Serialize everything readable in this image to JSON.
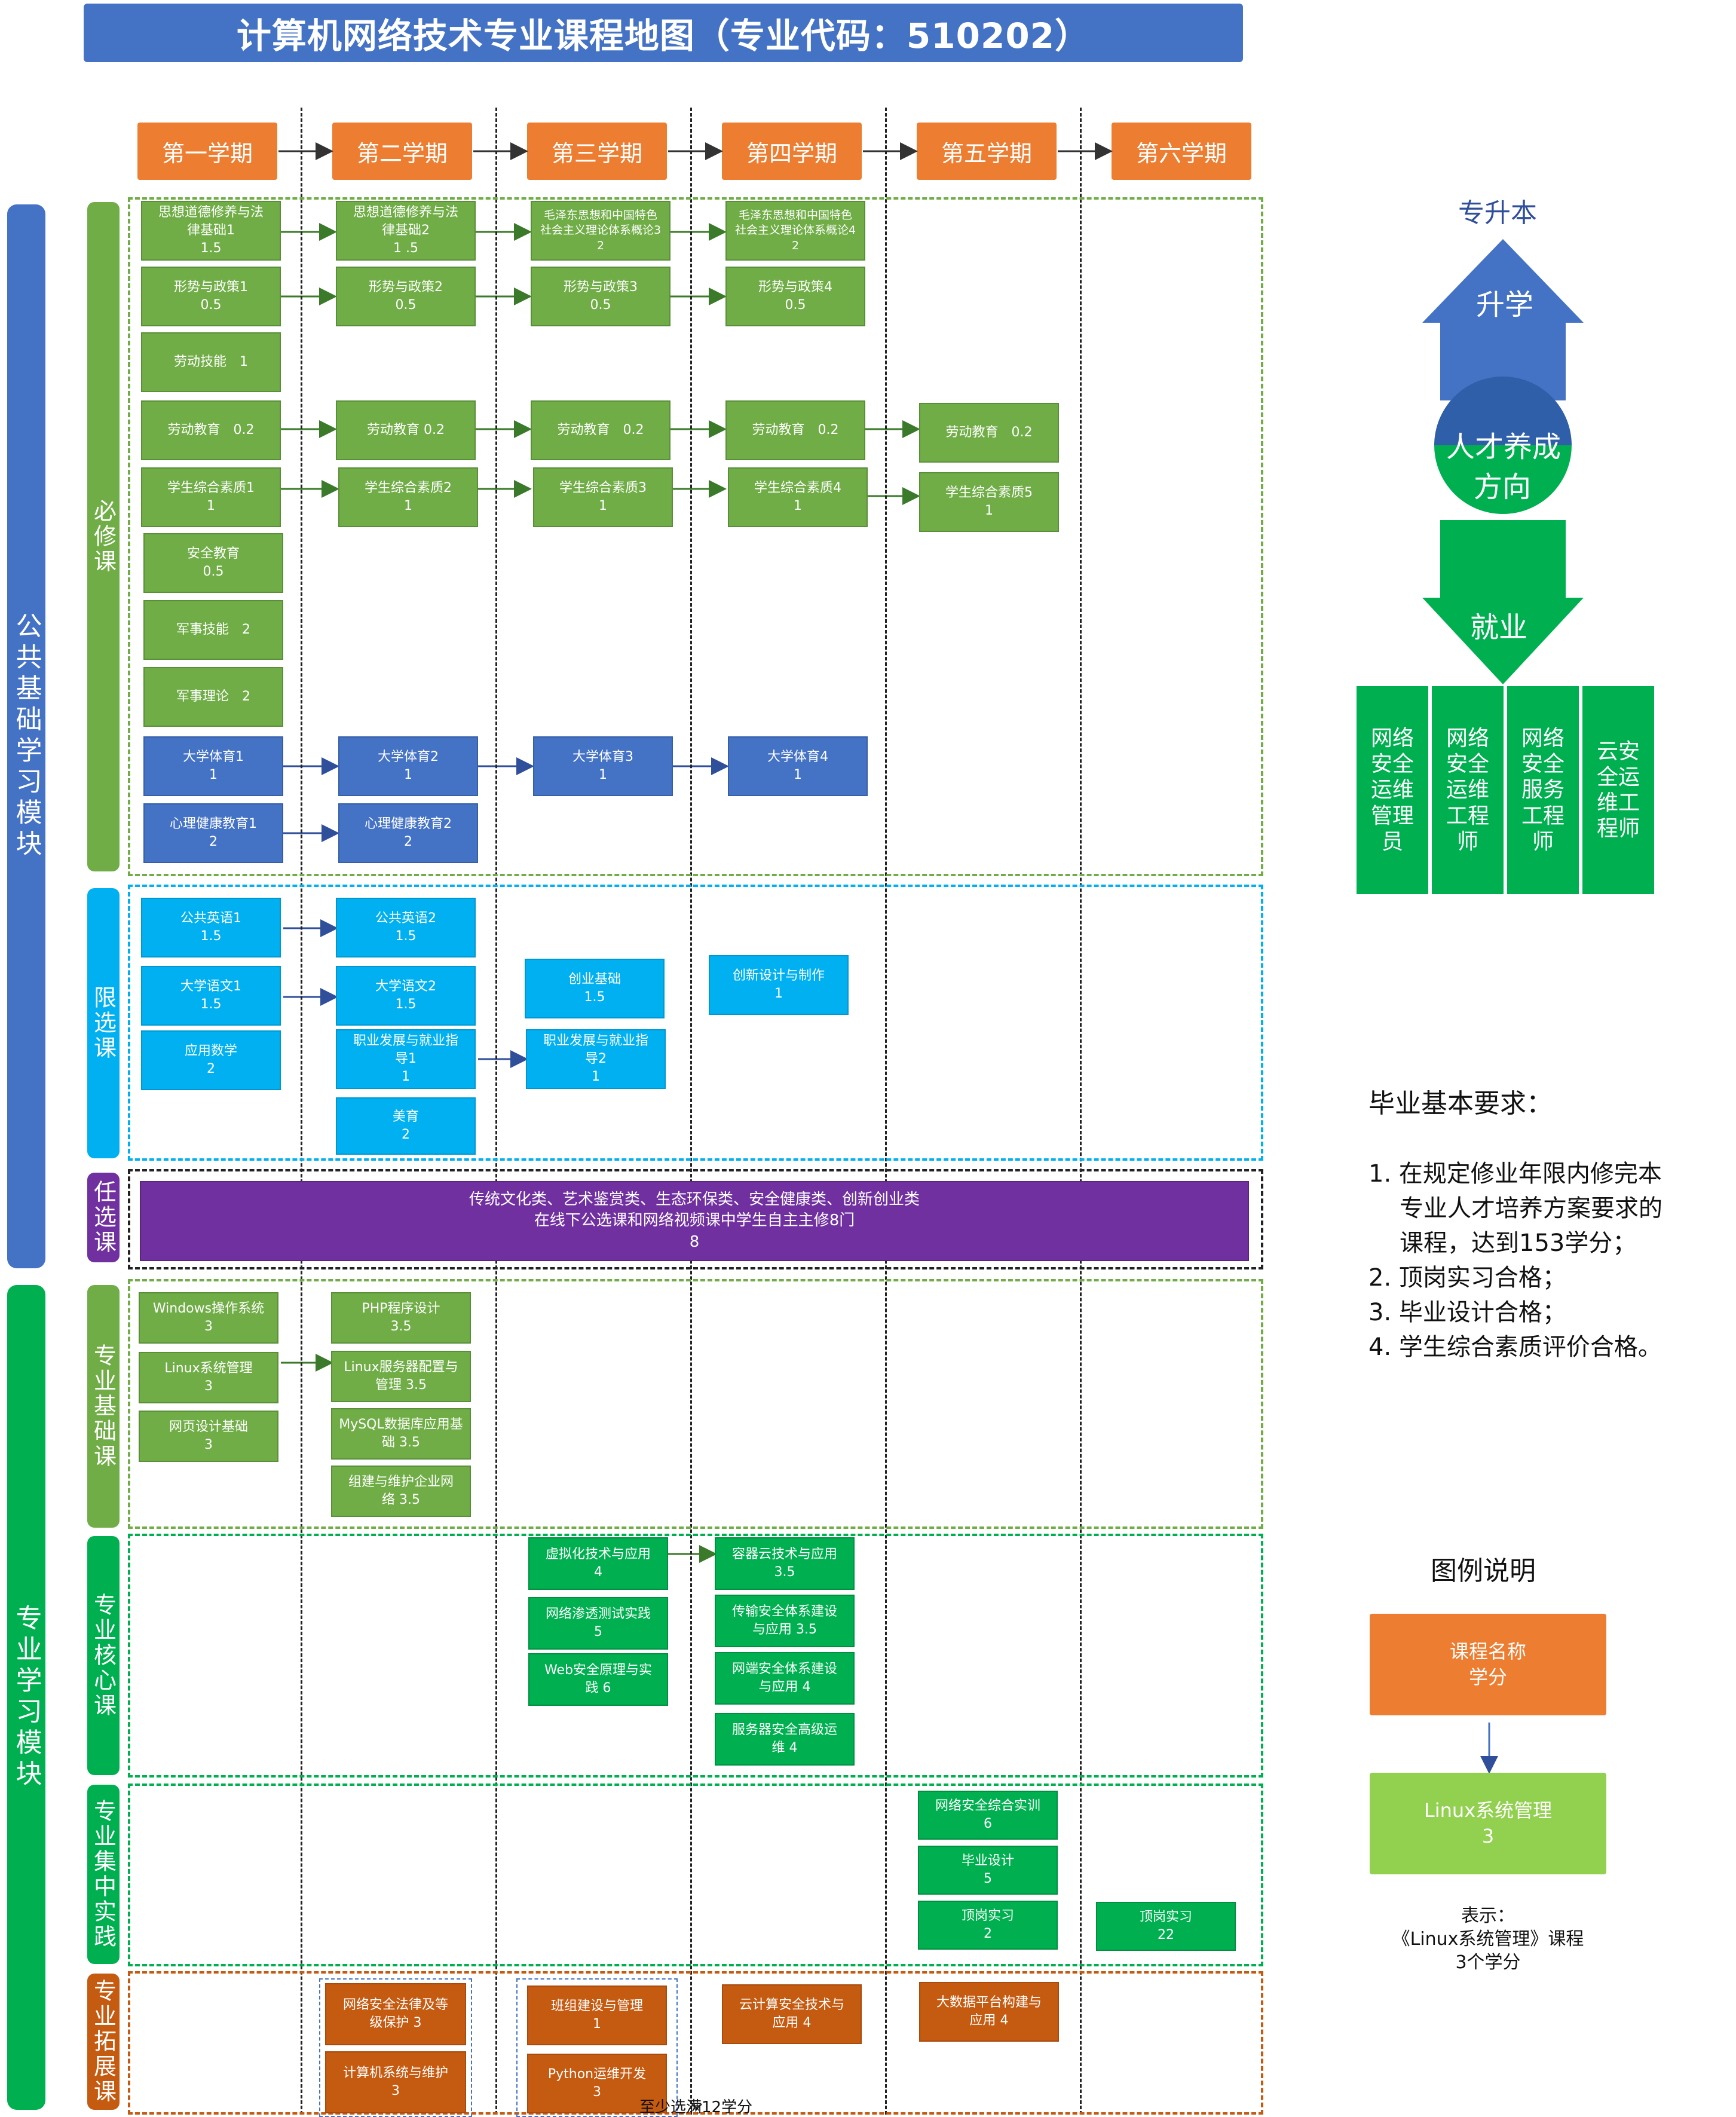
{
  "title": "计算机网络技术专业课程地图（专业代码：510202）",
  "semesters": [
    "第一学期",
    "第二学期",
    "第三学期",
    "第四学期",
    "第五学期",
    "第六学期"
  ],
  "modules": {
    "public": "公共基础学习模块",
    "major": "专业学习模块"
  },
  "categories": {
    "required": "必修课",
    "limited": "限选课",
    "optional": "任选课",
    "major_basic": "专业基础课",
    "major_core": "专业核心课",
    "major_practice": "专业集中实践",
    "major_extend": "专业拓展课"
  },
  "courses": {
    "sx1": [
      "思想道德修养与法",
      "律基础1",
      "1.5"
    ],
    "sx2": [
      "思想道德修养与法",
      "律基础2",
      "1 .5"
    ],
    "mz3": [
      "毛泽东思想和中国特色",
      "社会主义理论体系概论3",
      "2"
    ],
    "mz4": [
      "毛泽东思想和中国特色",
      "社会主义理论体系概论4",
      "2"
    ],
    "xs1": [
      "形势与政策1",
      "0.5"
    ],
    "xs2": [
      "形势与政策2",
      "0.5"
    ],
    "xs3": [
      "形势与政策3",
      "0.5"
    ],
    "xs4": [
      "形势与政策4",
      "0.5"
    ],
    "ldjn": [
      "劳动技能　1"
    ],
    "ldjy1": [
      "劳动教育　0.2"
    ],
    "ldjy2": [
      "劳动教育 0.2"
    ],
    "ldjy3": [
      "劳动教育　0.2"
    ],
    "ldjy4": [
      "劳动教育　0.2"
    ],
    "ldjy5": [
      "劳动教育　0.2"
    ],
    "zh1": [
      "学生综合素质1",
      "1"
    ],
    "zh2": [
      "学生综合素质2",
      "1"
    ],
    "zh3": [
      "学生综合素质3",
      "1"
    ],
    "zh4": [
      "学生综合素质4",
      "1"
    ],
    "zh5": [
      "学生综合素质5",
      "1"
    ],
    "aq": [
      "安全教育",
      "0.5"
    ],
    "jsjn": [
      "军事技能　2"
    ],
    "jsll": [
      "军事理论　2"
    ],
    "ty1": [
      "大学体育1",
      "1"
    ],
    "ty2": [
      "大学体育2",
      "1"
    ],
    "ty3": [
      "大学体育3",
      "1"
    ],
    "ty4": [
      "大学体育4",
      "1"
    ],
    "xl1": [
      "心理健康教育1",
      "2"
    ],
    "xl2": [
      "心理健康教育2",
      "2"
    ],
    "yy1": [
      "公共英语1",
      "1.5"
    ],
    "yy2": [
      "公共英语2",
      "1.5"
    ],
    "yw1": [
      "大学语文1",
      "1.5"
    ],
    "yw2": [
      "大学语文2",
      "1.5"
    ],
    "sx": [
      "应用数学",
      "2"
    ],
    "zy1": [
      "职业发展与就业指",
      "导1",
      "1"
    ],
    "zy2": [
      "职业发展与就业指",
      "导2",
      "1"
    ],
    "my": [
      "美育",
      "2"
    ],
    "cy": [
      "创业基础",
      "1.5"
    ],
    "cx": [
      "创新设计与制作",
      "1"
    ],
    "rx": [
      "传统文化类、艺术鉴赏类、生态环保类、安全健康类、创新创业类",
      "在线下公选课和网络视频课中学生自主主修8门",
      "8"
    ],
    "win": [
      "Windows操作系统",
      "3"
    ],
    "linux": [
      "Linux系统管理",
      "3"
    ],
    "web": [
      "网页设计基础",
      "3"
    ],
    "php": [
      "PHP程序设计",
      "3.5"
    ],
    "lfw": [
      "Linux服务器配置与",
      "管理  3.5"
    ],
    "mysql": [
      "MySQL数据库应用基",
      "础  3.5"
    ],
    "zj": [
      "组建与维护企业网",
      "络 3.5"
    ],
    "xnh": [
      "虚拟化技术与应用",
      "4"
    ],
    "st": [
      "网络渗透测试实践",
      "5"
    ],
    "wa": [
      "Web安全原理与实",
      "践  6"
    ],
    "rq": [
      "容器云技术与应用",
      "3.5"
    ],
    "cs": [
      "传输安全体系建设",
      "与应用 3.5"
    ],
    "wd": [
      "网端安全体系建设",
      "与应用 4"
    ],
    "fw": [
      "服务器安全高级运",
      "维  4"
    ],
    "zhsx": [
      "网络安全综合实训",
      "6"
    ],
    "bysj": [
      "毕业设计",
      "5"
    ],
    "dg5": [
      "顶岗实习",
      "2"
    ],
    "dg6": [
      "顶岗实习",
      "22"
    ],
    "fl": [
      "网络安全法律及等",
      "级保护 3"
    ],
    "jsj": [
      "计算机系统与维护",
      "3"
    ],
    "bj": [
      "班组建设与管理",
      "1"
    ],
    "py": [
      "Python运维开发",
      "3"
    ],
    "yaq": [
      "云计算安全技术与",
      "应用  4"
    ],
    "dsj": [
      "大数据平台构建与",
      "应用  4"
    ]
  },
  "elective_note": "至少选满12学分",
  "direction": {
    "top_label": "专升本",
    "up": "升学",
    "center_top": "人才养成",
    "center_bottom": "方向",
    "down": "就业",
    "careers": [
      "网络安全运维管理员",
      "网络安全运维工程师",
      "网络安全服务工程师",
      "云安全运维工程师"
    ]
  },
  "requirements": {
    "title": "毕业基本要求：",
    "items": [
      "1. 在规定修业年限内修完本",
      "专业人才培养方案要求的",
      "课程，达到153学分；",
      "2. 顶岗实习合格；",
      "3. 毕业设计合格；",
      "4. 学生综合素质评价合格。"
    ]
  },
  "legend": {
    "title": "图例说明",
    "box1": [
      "课程名称",
      "学分"
    ],
    "box2": [
      "Linux系统管理",
      "3"
    ],
    "note": [
      "表示：",
      "《Linux系统管理》课程",
      "3个学分"
    ]
  },
  "colors": {
    "title_bg": "#4472C4",
    "semester": "#ED7D31",
    "required_green": "#70AD47",
    "pe_blue": "#4472C4",
    "limited_cyan": "#00B0F0",
    "optional_purple": "#7030A0",
    "major_green": "#00B050",
    "extend_orange": "#C55A11"
  }
}
